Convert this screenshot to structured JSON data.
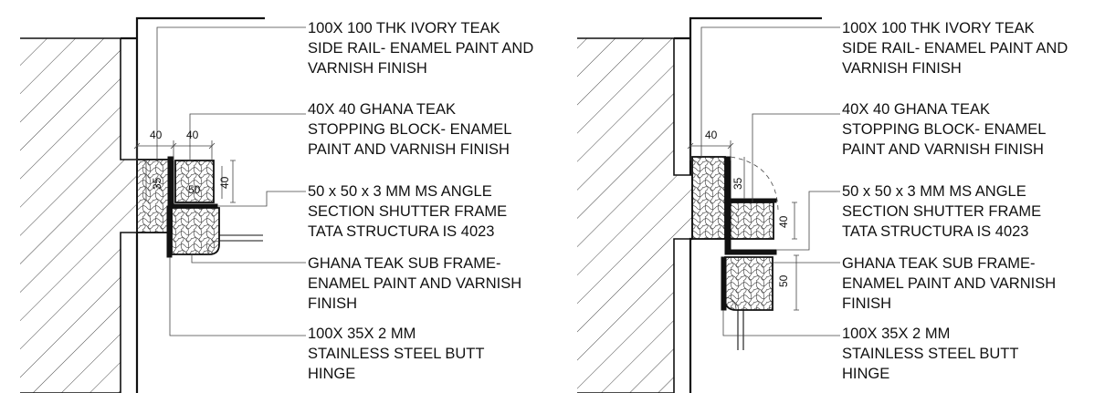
{
  "details": [
    {
      "labels": [
        "100X 100 THK IVORY TEAK",
        "SIDE RAIL- ENAMEL PAINT AND",
        "VARNISH FINISH",
        "40X 40 GHANA TEAK",
        "STOPPING BLOCK- ENAMEL",
        "PAINT AND VARNISH FINISH",
        "50 x 50 x 3 MM MS ANGLE",
        "SECTION SHUTTER FRAME",
        "TATA STRUCTURA IS 4023",
        "GHANA TEAK SUB FRAME-",
        "ENAMEL PAINT AND VARNISH",
        "FINISH",
        "100X 35X 2 MM",
        "STAINLESS STEEL BUTT",
        "HINGE"
      ],
      "dims": [
        "40",
        "40",
        "35",
        "50",
        "40"
      ]
    },
    {
      "labels": [
        "100X 100 THK IVORY TEAK",
        "SIDE RAIL- ENAMEL PAINT AND",
        "VARNISH FINISH",
        "40X 40 GHANA TEAK",
        "STOPPING BLOCK- ENAMEL",
        "PAINT AND VARNISH FINISH",
        "50 x 50 x 3 MM MS ANGLE",
        "SECTION SHUTTER FRAME",
        "TATA STRUCTURA IS 4023",
        "GHANA TEAK SUB FRAME-",
        "ENAMEL PAINT AND VARNISH",
        "FINISH",
        "100X 35X 2 MM",
        "STAINLESS STEEL BUTT",
        "HINGE"
      ],
      "dims": [
        "40",
        "35",
        "40",
        "50"
      ]
    }
  ]
}
